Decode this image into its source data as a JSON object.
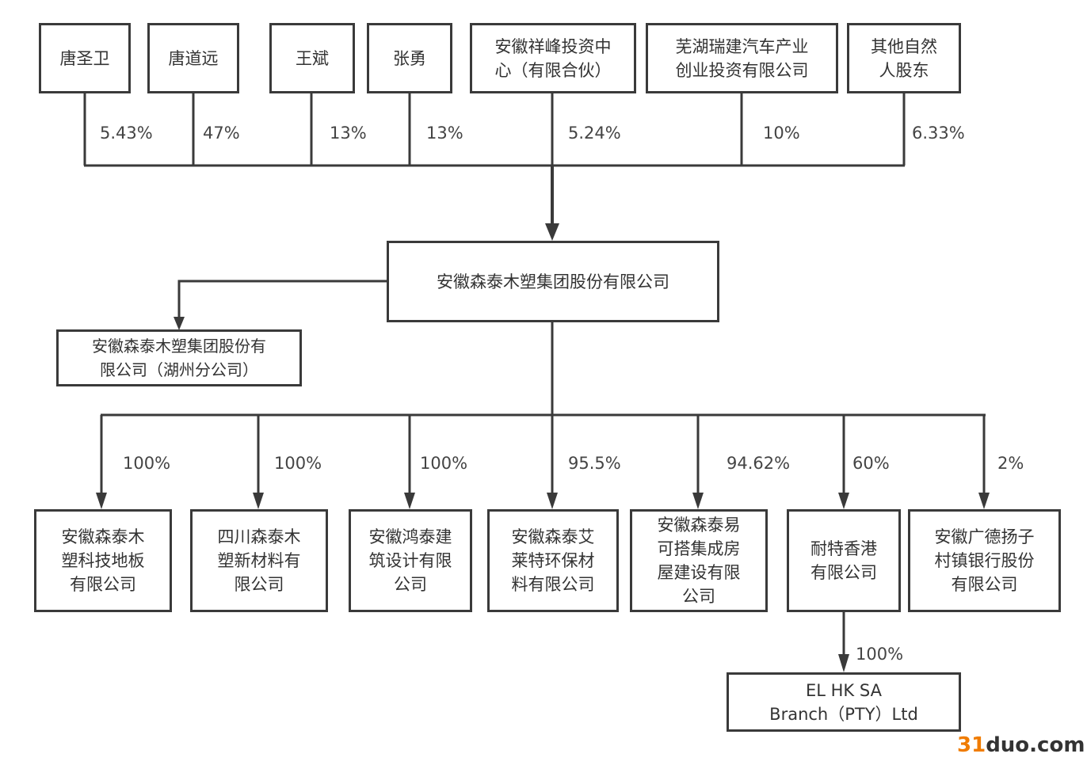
{
  "shareholders": [
    {
      "name": "唐圣卫",
      "share": "5.43%"
    },
    {
      "name": "唐道远",
      "share": "47%"
    },
    {
      "name": "王斌",
      "share": "13%"
    },
    {
      "name": "张勇",
      "share": "13%"
    },
    {
      "name": "安徽祥峰投资中\n心（有限合伙）",
      "share": "5.24%"
    },
    {
      "name": "芜湖瑞建汽车产业\n创业投资有限公司",
      "share": "10%"
    },
    {
      "name": "其他自然\n人股东",
      "share": "6.33%"
    }
  ],
  "company": {
    "name": "安徽森泰木塑集团股份有限公司"
  },
  "branch": {
    "name": "安徽森泰木塑集团股份有\n限公司（湖州分公司）"
  },
  "subsidiaries": [
    {
      "name": "安徽森泰木\n塑科技地板\n有限公司",
      "share": "100%"
    },
    {
      "name": "四川森泰木\n塑新材料有\n限公司",
      "share": "100%"
    },
    {
      "name": "安徽鸿泰建\n筑设计有限\n公司",
      "share": "100%"
    },
    {
      "name": "安徽森泰艾\n莱特环保材\n料有限公司",
      "share": "95.5%"
    },
    {
      "name": "安徽森泰易\n可搭集成房\n屋建设有限\n公司",
      "share": "94.62%"
    },
    {
      "name": "耐特香港\n有限公司",
      "share": "60%"
    },
    {
      "name": "安徽广德扬子\n村镇银行股份\n有限公司",
      "share": "2%"
    }
  ],
  "sub_subsidiary": {
    "name": "EL HK SA\nBranch（PTY）Ltd",
    "share": "100%"
  },
  "watermark": {
    "number": "31",
    "domain": "duo.com"
  },
  "colors": {
    "line": "#3a3a3a",
    "text": "#333333",
    "watermark_accent": "#f07c00"
  }
}
